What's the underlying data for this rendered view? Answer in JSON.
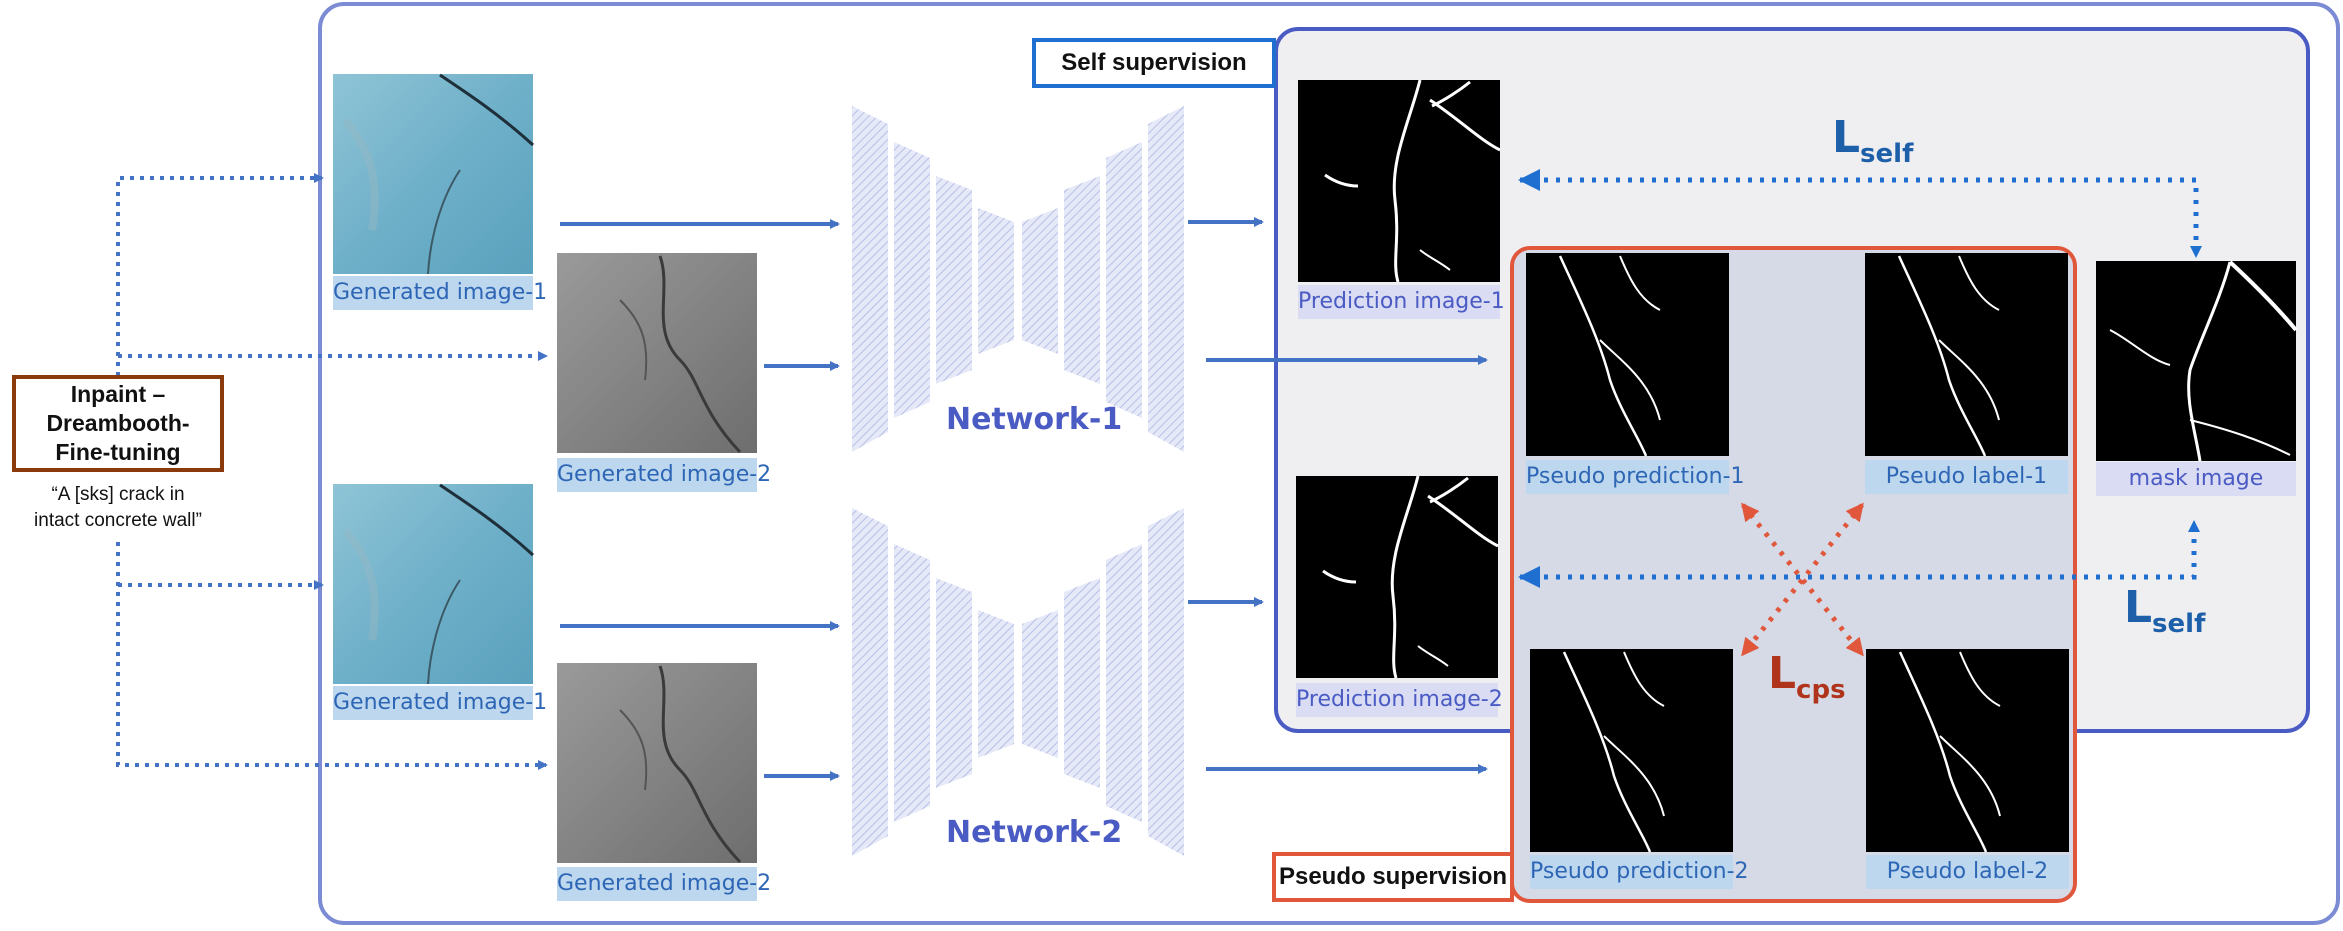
{
  "inpaint_box": {
    "line1": "Inpaint –",
    "line2": "Dreambooth-",
    "line3": "Fine-tuning"
  },
  "prompt": {
    "line1": "“A [sks] crack in",
    "line2": "intact concrete wall”"
  },
  "images": {
    "gen1_top": "Generated image-1",
    "gen2_top": "Generated image-2",
    "gen1_bottom": "Generated image-1",
    "gen2_bottom": "Generated image-2"
  },
  "networks": {
    "net1": "Network-1",
    "net2": "Network-2"
  },
  "self_supervision": {
    "title": "Self supervision",
    "pred1": "Prediction image-1",
    "pred2": "Prediction image-2",
    "mask": "mask image",
    "loss_main": "L",
    "loss_sub": "self"
  },
  "pseudo_supervision": {
    "title": "Pseudo supervision",
    "pp1": "Pseudo prediction-1",
    "pl1": "Pseudo label-1",
    "pp2": "Pseudo prediction-2",
    "pl2": "Pseudo label-2",
    "loss_main": "L",
    "loss_sub": "cps"
  },
  "colors": {
    "frame": "#7b8bd4",
    "arrow_blue": "#4472c4",
    "dotted_blue": "#1f6fd1",
    "network_fill": "#e6e9f7",
    "self_border": "#4a5bc4",
    "self_bg": "#efeff2",
    "pseudo_border": "#e0573c",
    "pseudo_bg": "#d5dae6",
    "inpaint_border": "#8b3a0e",
    "cps_loss": "#b0341c",
    "self_loss": "#1d5fa8"
  }
}
